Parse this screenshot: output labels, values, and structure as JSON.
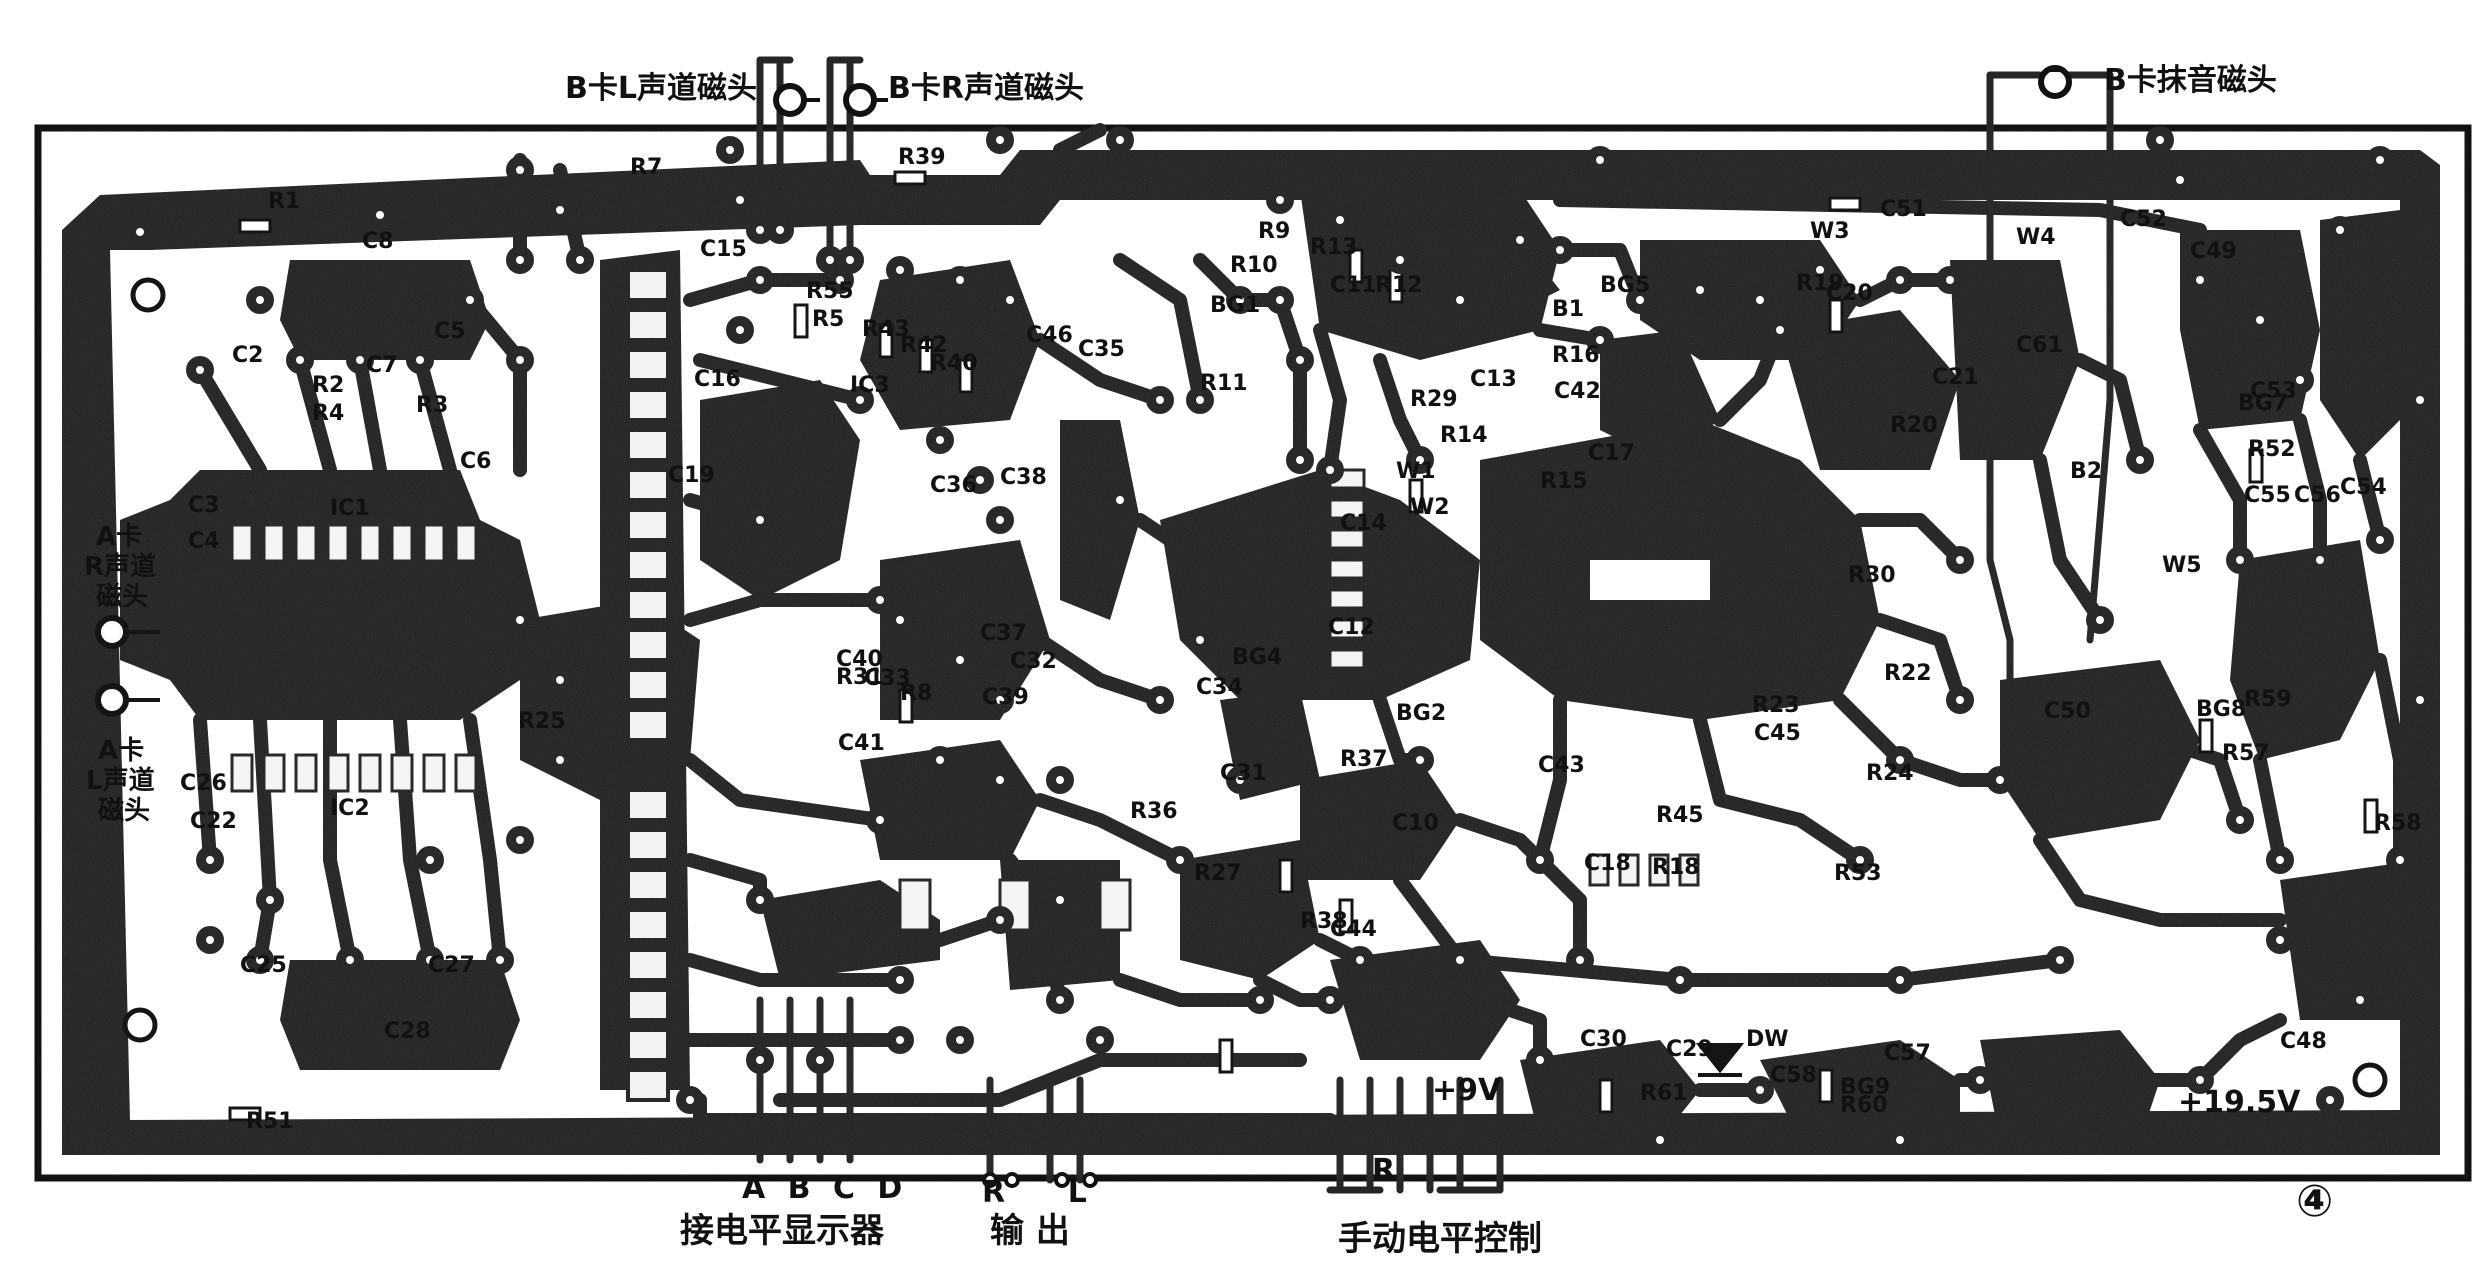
{
  "connectors": {
    "b_left_head": "B卡L声道磁头",
    "b_right_head": "B卡R声道磁头",
    "b_erase_head": "B卡抹音磁头",
    "a_right_head_l1": "A卡",
    "a_right_head_l2": "R声道",
    "a_right_head_l3": "磁头",
    "a_left_head_l1": "A卡",
    "a_left_head_l2": "L声道",
    "a_left_head_l3": "磁头"
  },
  "bottom_labels": {
    "abcd": "A B C D",
    "level_display": "接电平显示器",
    "rl": "R      L",
    "output": "输 出",
    "r_mark": "R",
    "manual_level": "手动电平控制",
    "v9": "+9V",
    "v19_5": "+19.5V",
    "figure_no": "④"
  },
  "components": [
    "R1",
    "C8",
    "C2",
    "R2",
    "C7",
    "R4",
    "C5",
    "R3",
    "C6",
    "IC1",
    "C3",
    "C4",
    "C26",
    "IC2",
    "R25",
    "C25",
    "C27",
    "C28",
    "C22",
    "R51",
    "R7",
    "R39",
    "R55",
    "C15",
    "C16",
    "R5",
    "IC3",
    "C46",
    "C35",
    "C19",
    "R43",
    "R42",
    "C36",
    "R40",
    "C38",
    "C40",
    "C37",
    "C39",
    "C41",
    "R31",
    "C32",
    "C33",
    "R8",
    "R9",
    "R10",
    "C11",
    "BG1",
    "R11",
    "R12",
    "R13",
    "W1",
    "C14",
    "W2",
    "C12",
    "R29",
    "C34",
    "BG4",
    "C31",
    "R27",
    "R36",
    "R37",
    "R38",
    "C44",
    "BG2",
    "C10",
    "C13",
    "B1",
    "R14",
    "C17",
    "R15",
    "R16",
    "BG5",
    "C42",
    "C43",
    "R45",
    "C18",
    "R18",
    "R19",
    "C20",
    "W3",
    "C21",
    "R20",
    "R30",
    "R22",
    "R23",
    "C45",
    "R24",
    "R53",
    "C51",
    "W4",
    "C61",
    "B2",
    "W5",
    "C50",
    "C52",
    "BG7",
    "C53",
    "R52",
    "C55",
    "C56",
    "C54",
    "R59",
    "R57",
    "BG8",
    "R58",
    "C48",
    "C49",
    "C30",
    "C29",
    "DW",
    "C58",
    "BG9",
    "C57",
    "R61",
    "R60"
  ],
  "colors": {
    "copper": "#2b2b2b",
    "board": "#ffffff",
    "ink": "#111111"
  }
}
